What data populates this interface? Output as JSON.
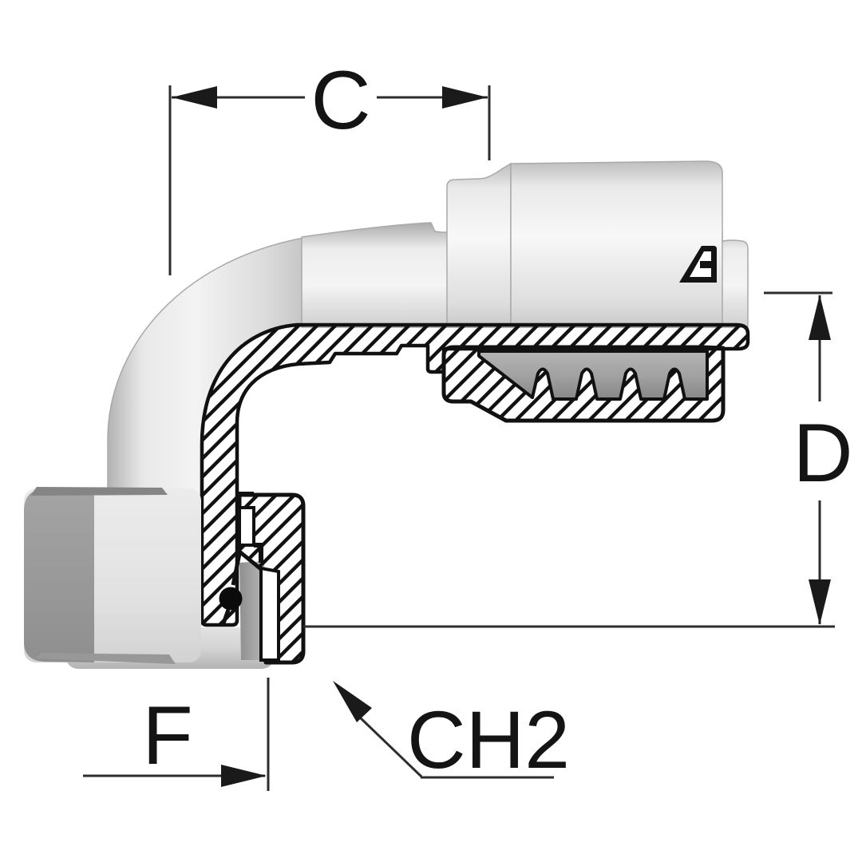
{
  "drawing": {
    "type": "technical-section-drawing",
    "subject": "90-degree-elbow-hose-fitting",
    "dimension_labels": {
      "c": "C",
      "d": "D",
      "f": "F",
      "ch2": "CH2"
    }
  },
  "icons": {
    "brand_logo": "manufacturer-mark-triangle-A"
  },
  "colors": {
    "background": "#ffffff",
    "ink": "#141414",
    "dimension_line": "#2d2d2d",
    "metal_light": "#f4f4f4",
    "metal_mid": "#c9c9c9",
    "metal_dark": "#8d8d8d",
    "section_hatch": "#111111",
    "o_ring": "#0b0b0b"
  }
}
